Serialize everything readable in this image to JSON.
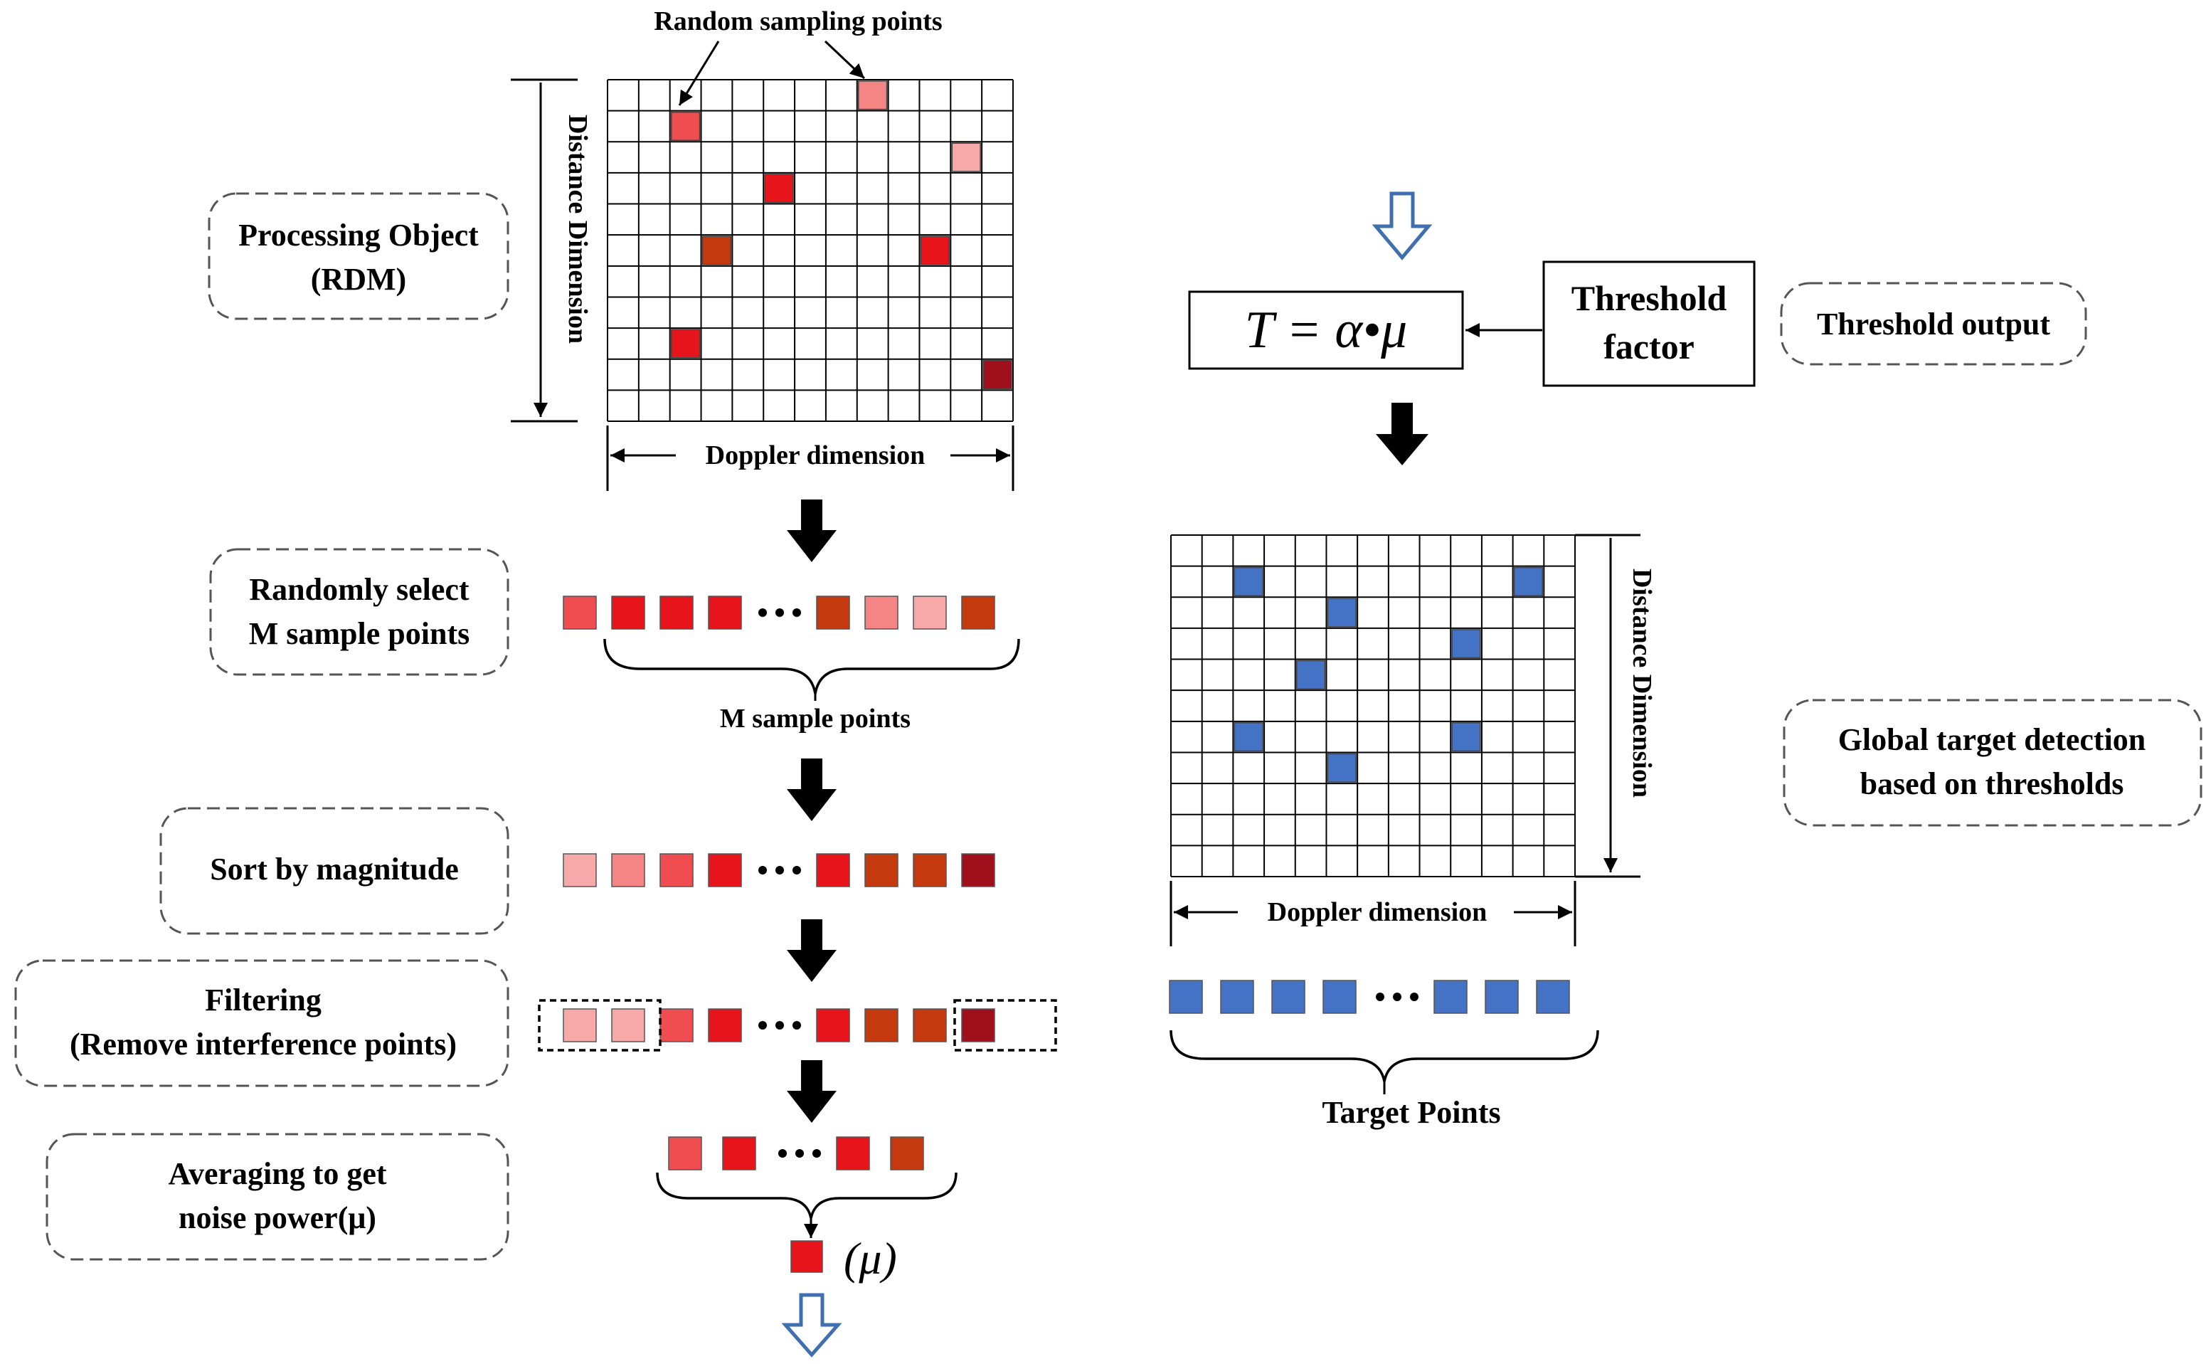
{
  "colors": {
    "red": "#e8141c",
    "red_medium": "#ef4d4f",
    "red_light": "#f58585",
    "red_pale": "#f7a8a8",
    "brown": "#c43a0e",
    "dark_red": "#a0101c",
    "blue": "#4472c4",
    "grid_line": "#000000",
    "hollow_arrow": "#3f6fae"
  },
  "left": {
    "random_sampling_label": "Random sampling points",
    "distance_dimension": "Distance Dimension",
    "doppler_dimension": "Doppler dimension",
    "m_sample_points": "M sample points",
    "mu_label": "(μ)"
  },
  "steps": {
    "processing_object": [
      "Processing Object",
      "(RDM)"
    ],
    "random_select": [
      "Randomly select",
      "M sample points"
    ],
    "sort": [
      "Sort by magnitude"
    ],
    "filtering": [
      "Filtering",
      "(Remove interference points)"
    ],
    "averaging": [
      "Averaging to get",
      "noise power(μ)"
    ]
  },
  "right": {
    "formula": "T = α•μ",
    "threshold_factor": [
      "Threshold",
      "factor"
    ],
    "threshold_output": "Threshold output",
    "global_detection": [
      "Global target detection",
      "based on thresholds"
    ],
    "distance_dimension": "Distance Dimension",
    "doppler_dimension": "Doppler dimension",
    "target_points": "Target Points"
  },
  "rdm_grid": {
    "rows": 11,
    "cols": 13
  },
  "rdm_samples": [
    {
      "row": 1,
      "col": 2,
      "color": "red_medium"
    },
    {
      "row": 0,
      "col": 8,
      "color": "red_light"
    },
    {
      "row": 2,
      "col": 11,
      "color": "red_pale"
    },
    {
      "row": 3,
      "col": 5,
      "color": "red"
    },
    {
      "row": 5,
      "col": 3,
      "color": "brown"
    },
    {
      "row": 5,
      "col": 10,
      "color": "red"
    },
    {
      "row": 8,
      "col": 2,
      "color": "red"
    },
    {
      "row": 9,
      "col": 12,
      "color": "dark_red"
    }
  ],
  "target_grid": {
    "rows": 11,
    "cols": 13
  },
  "target_cells": [
    {
      "row": 1,
      "col": 2
    },
    {
      "row": 1,
      "col": 11
    },
    {
      "row": 2,
      "col": 5
    },
    {
      "row": 3,
      "col": 9
    },
    {
      "row": 4,
      "col": 4
    },
    {
      "row": 6,
      "col": 2
    },
    {
      "row": 6,
      "col": 9
    },
    {
      "row": 7,
      "col": 5
    }
  ],
  "rows": {
    "sample": {
      "before": [
        "red_medium",
        "red",
        "red",
        "red"
      ],
      "after": [
        "brown",
        "red_light",
        "red_pale",
        "brown"
      ]
    },
    "sorted": {
      "before": [
        "red_pale",
        "red_light",
        "red_medium",
        "red"
      ],
      "after": [
        "red",
        "brown",
        "brown",
        "dark_red"
      ]
    },
    "filtered": {
      "before": [
        "red_pale",
        "red_pale",
        "red_medium",
        "red"
      ],
      "after": [
        "red",
        "brown",
        "brown",
        "dark_red"
      ]
    },
    "averaged": {
      "before": [
        "red_medium",
        "red"
      ],
      "after": [
        "red",
        "brown"
      ]
    },
    "targets": {
      "before": [
        "blue",
        "blue",
        "blue",
        "blue"
      ],
      "after": [
        "blue",
        "blue",
        "blue"
      ]
    }
  }
}
